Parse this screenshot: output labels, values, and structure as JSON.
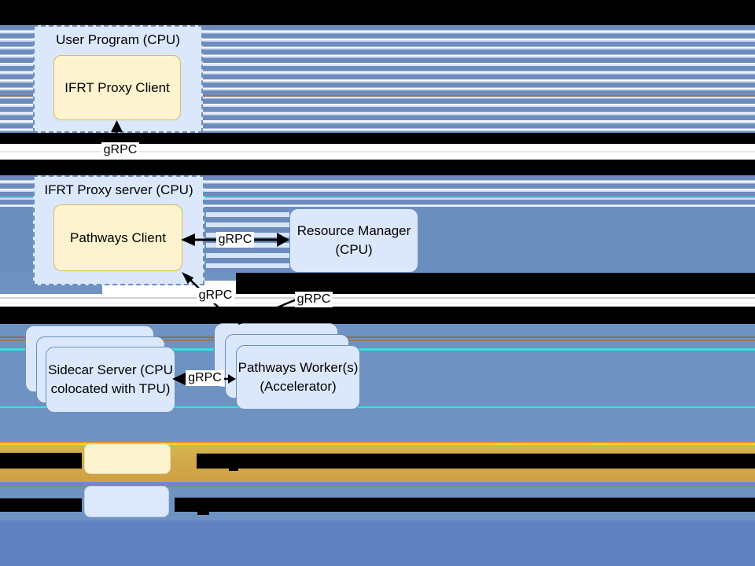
{
  "palette": {
    "background_steel_blue": "#6e92c1",
    "background_periwinkle": "#6281c2",
    "stripe_dark_blue": "#6d8cbe",
    "stripe_pale_blue": "#cfdef2",
    "node_blue_fill": "#dbe8fb",
    "node_blue_border": "#6c8ebf",
    "node_yellow_fill": "#fdf3cf",
    "node_yellow_border": "#d9b95c",
    "gold_band": "#d0a74a",
    "glitch_black": "#000000",
    "artifact_cyan": "#2ee6dc",
    "arrow_color": "#000000"
  },
  "nodes": {
    "user_program_title": "User Program (CPU)",
    "ifrt_proxy_client": "IFRT Proxy Client",
    "ifrt_server_title": "IFRT Proxy server (CPU)",
    "pathways_client": "Pathways Client",
    "resource_manager_line1": "Resource Manager",
    "resource_manager_line2": "(CPU)",
    "sidecar_line1": "Sidecar Server (CPU",
    "sidecar_line2": "colocated with TPU)",
    "worker_line1": "Pathways Worker(s)",
    "worker_line2": "(Accelerator)"
  },
  "edges": {
    "client_to_server_label": "gRPC",
    "pathways_rm_label": "gRPC",
    "worker_to_client_label": "gRPC",
    "worker_to_rm_label": "gRPC",
    "sidecar_worker_label": "gRPC"
  }
}
